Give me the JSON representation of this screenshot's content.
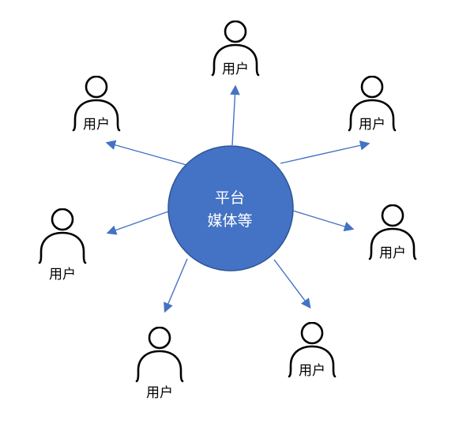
{
  "diagram": {
    "type": "radial-broadcast",
    "center_node": {
      "line1": "平台",
      "line2": "媒体等"
    },
    "user_nodes": [
      {
        "id": "top",
        "label": "用户"
      },
      {
        "id": "upper-left",
        "label": "用户"
      },
      {
        "id": "upper-right",
        "label": "用户"
      },
      {
        "id": "left",
        "label": "用户"
      },
      {
        "id": "right",
        "label": "用户"
      },
      {
        "id": "bottom-left",
        "label": "用户"
      },
      {
        "id": "bottom-right",
        "label": "用户"
      }
    ],
    "edges": "7 arrows pointing outward from center node to each user node"
  },
  "colors": {
    "background": "#ffffff",
    "circle_fill": "#4472C4",
    "circle_stroke": "#2F5597",
    "center_text": "#ffffff",
    "arrow": "#4472C4",
    "person_icon_stroke": "#000000",
    "user_label_text": "#000000"
  }
}
